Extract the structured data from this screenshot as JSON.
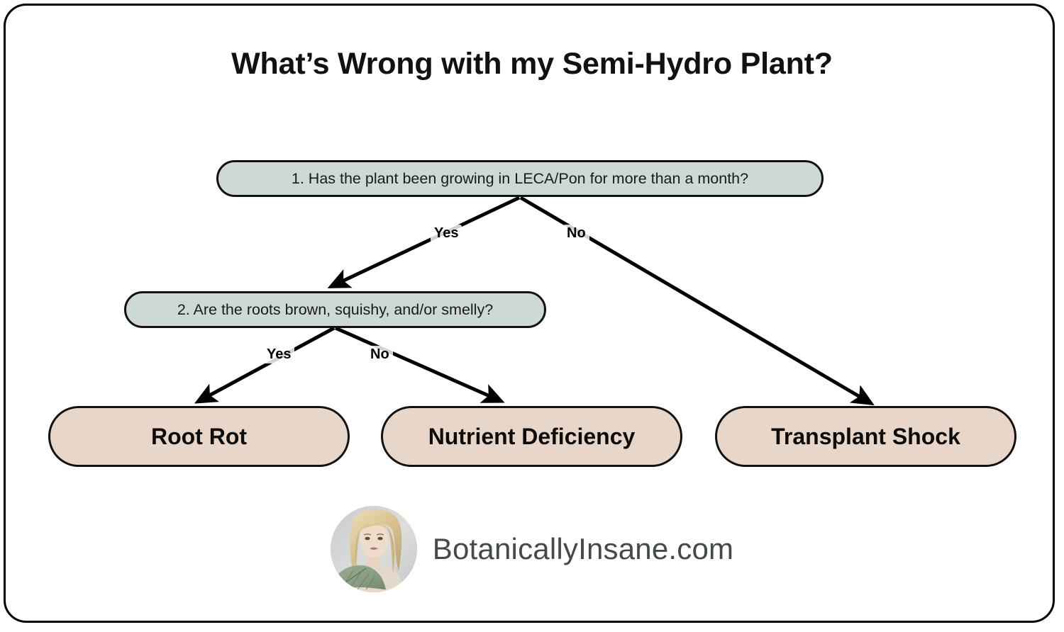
{
  "page": {
    "title": "What’s Wrong with my Semi-Hydro Plant?"
  },
  "diagram": {
    "type": "decision-tree",
    "decision_nodes": [
      {
        "id": "node1",
        "label": "1. Has the plant been growing in LECA/Pon for more than a month?"
      },
      {
        "id": "node2",
        "label": "2. Are the roots brown, squishy, and/or smelly?"
      }
    ],
    "outcome_nodes": [
      {
        "id": "root-rot",
        "label": "Root Rot"
      },
      {
        "id": "nutrient-deficiency",
        "label": "Nutrient Deficiency"
      },
      {
        "id": "transplant-shock",
        "label": "Transplant Shock"
      }
    ],
    "edges": [
      {
        "from": "node1",
        "to": "node2",
        "label": "Yes"
      },
      {
        "from": "node1",
        "to": "transplant-shock",
        "label": "No"
      },
      {
        "from": "node2",
        "to": "root-rot",
        "label": "Yes"
      },
      {
        "from": "node2",
        "to": "nutrient-deficiency",
        "label": "No"
      }
    ],
    "edge_labels": {
      "node1_yes": "Yes",
      "node1_no": "No",
      "node2_yes": "Yes",
      "node2_no": "No"
    },
    "colors": {
      "decision_fill": "#ccd9d7",
      "outcome_fill": "#e8d7c8",
      "stroke": "#111111",
      "background": "#ffffff",
      "footer_text": "#44494b"
    }
  },
  "footer": {
    "site_name": "BotanicallyInsane.com",
    "avatar_alt": "profile-photo"
  }
}
